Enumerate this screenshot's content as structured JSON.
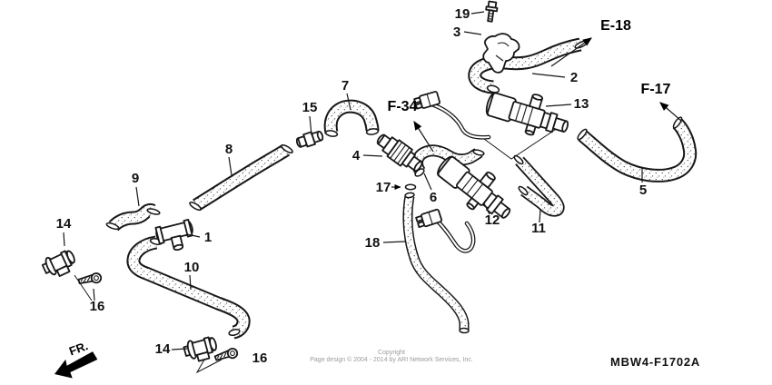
{
  "diagram": {
    "front_label": "FR.",
    "part_code": "MBW4-F1702A",
    "copyright_line1": "Copyright",
    "copyright_line2": "Page design © 2004 - 2014 by ARI Network Services, Inc.",
    "references": {
      "e18": "E-18",
      "f34": "F-34",
      "f17": "F-17"
    },
    "callouts": [
      {
        "num": "1"
      },
      {
        "num": "2"
      },
      {
        "num": "3"
      },
      {
        "num": "4"
      },
      {
        "num": "5"
      },
      {
        "num": "6"
      },
      {
        "num": "7"
      },
      {
        "num": "8"
      },
      {
        "num": "9"
      },
      {
        "num": "10"
      },
      {
        "num": "11"
      },
      {
        "num": "12"
      },
      {
        "num": "13"
      },
      {
        "num": "14"
      },
      {
        "num": "15"
      },
      {
        "num": "16"
      },
      {
        "num": "17"
      },
      {
        "num": "18"
      },
      {
        "num": "19"
      }
    ]
  }
}
